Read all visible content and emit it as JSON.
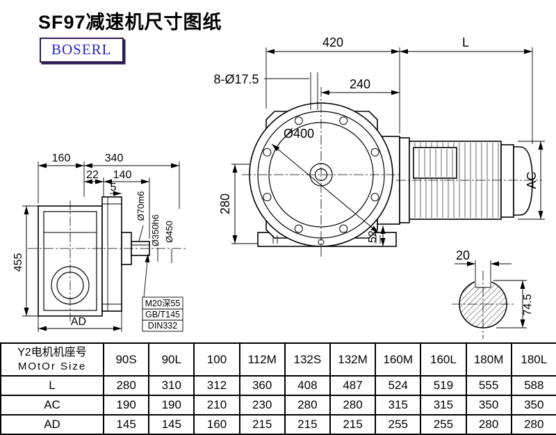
{
  "title": "SF97减速机尺寸图纸",
  "logo": {
    "text": "BOSERL"
  },
  "colors": {
    "dim_green": "#008000",
    "logo_text": "#2424c4",
    "logo_border": "#2d1b4e"
  },
  "dims": {
    "d420": "420",
    "L": "L",
    "holes8": "8-Ø17.5",
    "d240": "240",
    "d400": "Ø400",
    "d280": "280",
    "d52": "52",
    "ac": "AC",
    "d160": "160",
    "d340": "340",
    "d22": "22",
    "d140": "140",
    "d5": "5",
    "d455": "455",
    "ad": "AD",
    "d70": "Ø70m6",
    "d350": "Ø350h6",
    "d450": "Ø450",
    "m20": "M20深55",
    "gbt": "GB/T145",
    "din": "DIN332",
    "d20": "20",
    "d745": "74.5"
  },
  "table": {
    "header_line1": "Y2电机机座号",
    "header_line2": "MOtOr Size",
    "columns": [
      "90S",
      "90L",
      "100",
      "112M",
      "132S",
      "132M",
      "160M",
      "160L",
      "180M",
      "180L"
    ],
    "rows": [
      {
        "label": "L",
        "values": [
          "280",
          "310",
          "312",
          "360",
          "408",
          "487",
          "524",
          "519",
          "555",
          "588"
        ]
      },
      {
        "label": "AC",
        "values": [
          "190",
          "190",
          "210",
          "230",
          "280",
          "280",
          "315",
          "315",
          "350",
          "350"
        ]
      },
      {
        "label": "AD",
        "values": [
          "145",
          "145",
          "160",
          "215",
          "215",
          "215",
          "255",
          "255",
          "280",
          "280"
        ]
      }
    ]
  }
}
